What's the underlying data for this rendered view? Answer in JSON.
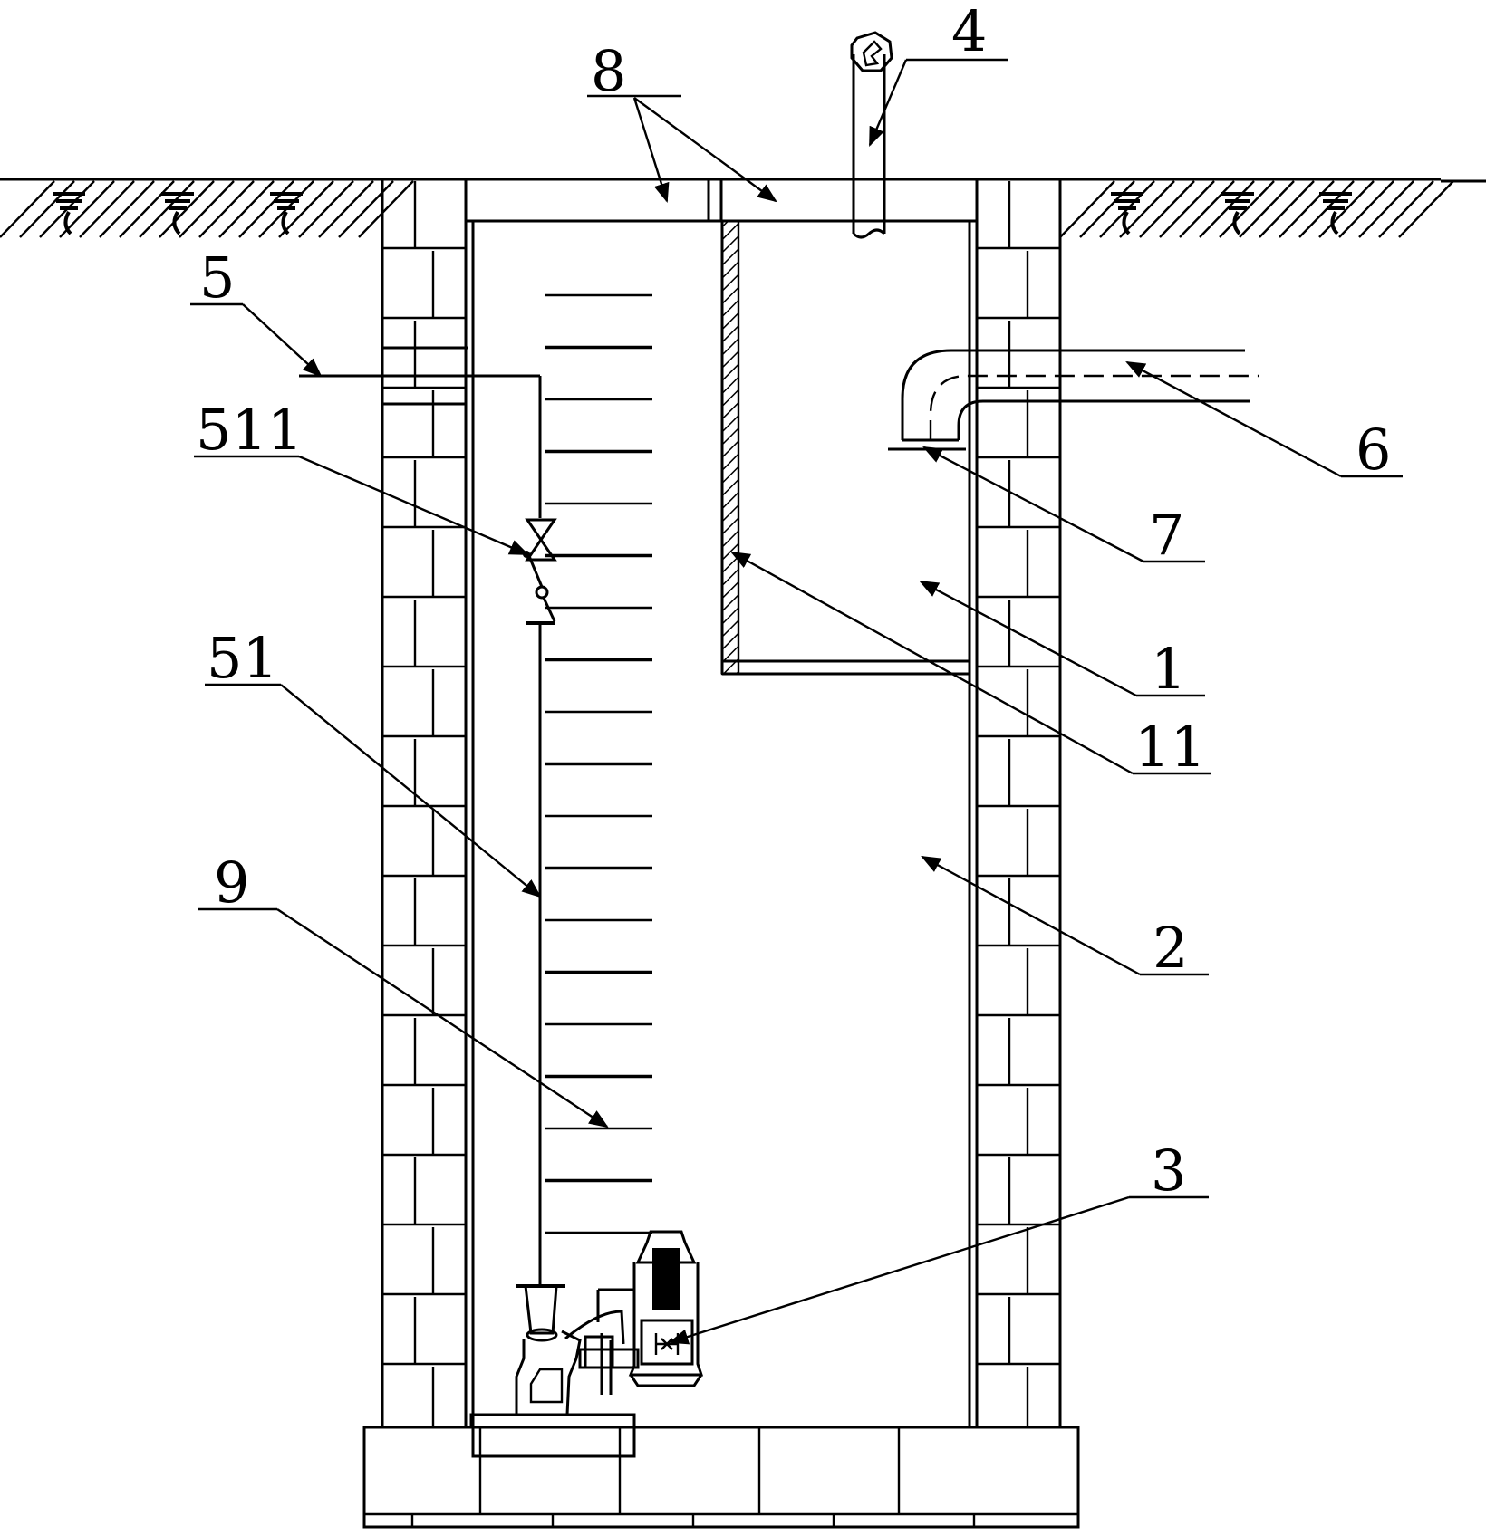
{
  "figure": {
    "labels": {
      "l4": "4",
      "l8": "8",
      "l5": "5",
      "l511": "511",
      "l51": "51",
      "l9": "9",
      "l6": "6",
      "l7": "7",
      "l1": "1",
      "l11": "11",
      "l2": "2",
      "l3": "3"
    }
  }
}
